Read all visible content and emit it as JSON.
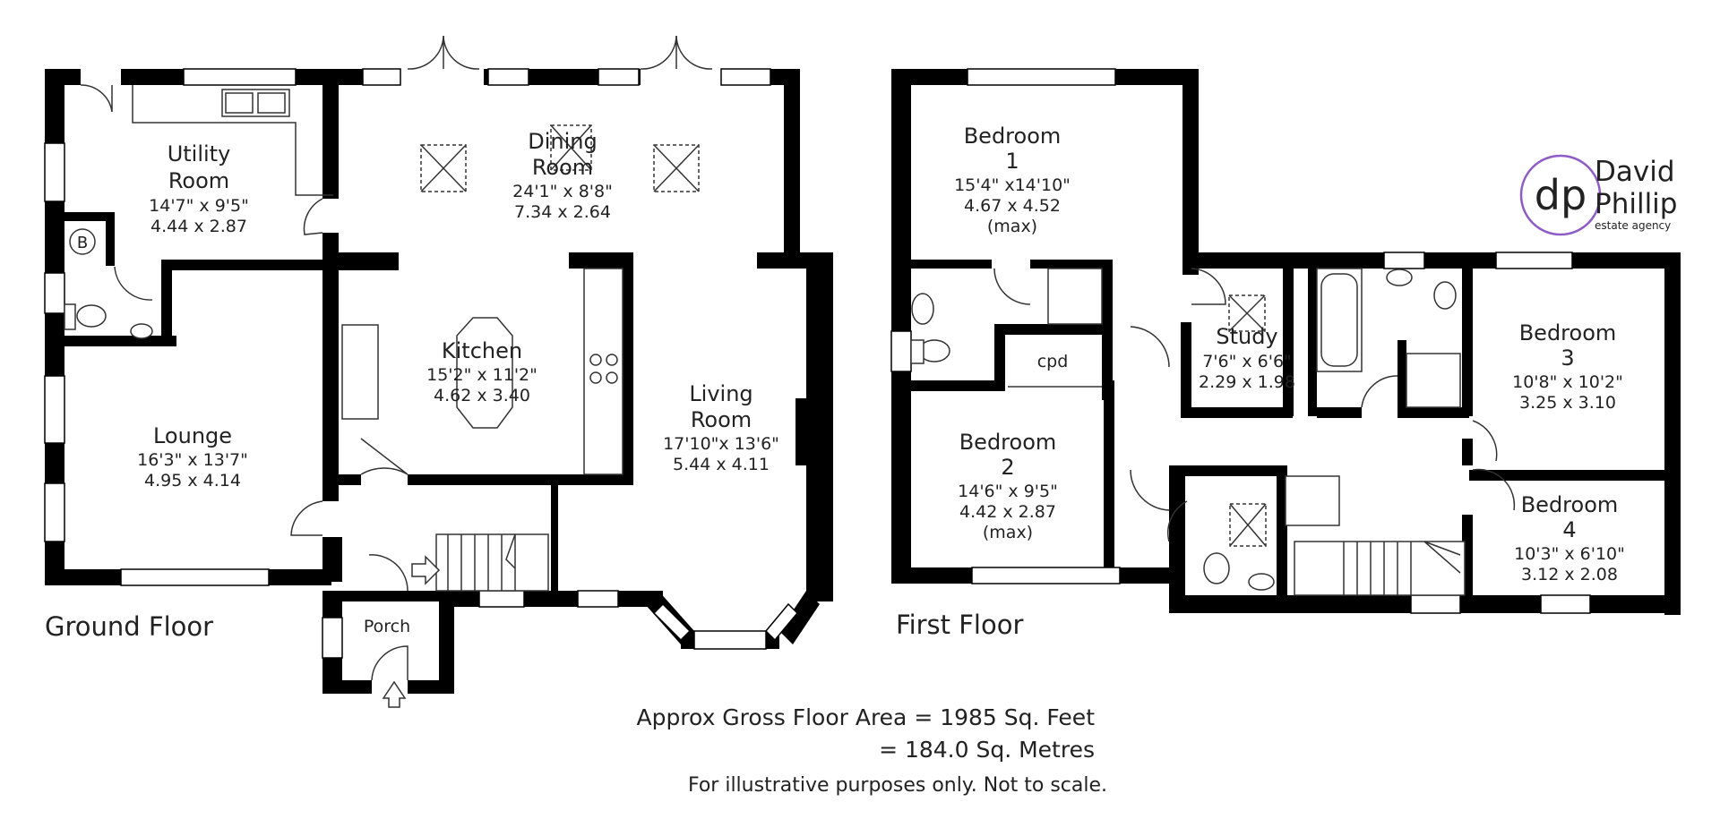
{
  "brand": {
    "logo_text": "dp",
    "name_line1": "David",
    "name_line2": "Phillip",
    "tagline": "estate agency",
    "ring_color": "#8e5cc6"
  },
  "ground_floor": {
    "title": "Ground Floor",
    "rooms": {
      "utility": {
        "name": [
          "Utility",
          "Room"
        ],
        "imperial": "14'7\" x  9'5\"",
        "metric": "4.44  x  2.87"
      },
      "dining": {
        "name": [
          "Dining",
          "Room"
        ],
        "imperial": "24'1\" x  8'8\"",
        "metric": "7.34  x  2.64"
      },
      "kitchen": {
        "name": [
          "Kitchen"
        ],
        "imperial": "15'2\" x 11'2\"",
        "metric": "4.62  x  3.40"
      },
      "living": {
        "name": [
          "Living",
          "Room"
        ],
        "imperial": "17'10\"x 13'6\"",
        "metric": "5.44  x  4.11"
      },
      "lounge": {
        "name": [
          "Lounge"
        ],
        "imperial": "16'3\" x 13'7\"",
        "metric": "4.95  x  4.14"
      },
      "porch": {
        "name": [
          "Porch"
        ]
      },
      "boiler": {
        "label": "B"
      }
    }
  },
  "first_floor": {
    "title": "First Floor",
    "rooms": {
      "bedroom1": {
        "name": [
          "Bedroom",
          "1"
        ],
        "imperial": "15'4\" x14'10\"",
        "metric": "4.67  x  4.52",
        "note": "(max)"
      },
      "bedroom2": {
        "name": [
          "Bedroom",
          "2"
        ],
        "imperial": "14'6\" x  9'5\"",
        "metric": "4.42  x  2.87",
        "note": "(max)"
      },
      "bedroom3": {
        "name": [
          "Bedroom",
          "3"
        ],
        "imperial": "10'8\" x 10'2\"",
        "metric": "3.25  x  3.10"
      },
      "bedroom4": {
        "name": [
          "Bedroom",
          "4"
        ],
        "imperial": "10'3\" x  6'10\"",
        "metric": "3.12  x  2.08"
      },
      "study": {
        "name": [
          "Study"
        ],
        "imperial": "7'6\"  x  6'6\"",
        "metric": "2.29  x  1.98"
      },
      "cpd": {
        "name": [
          "cpd"
        ]
      }
    }
  },
  "area": {
    "line1": "Approx Gross Floor Area  =  1985  Sq. Feet",
    "line2": "=  184.0  Sq. Metres"
  },
  "disclaimer": "For illustrative purposes only. Not to scale."
}
